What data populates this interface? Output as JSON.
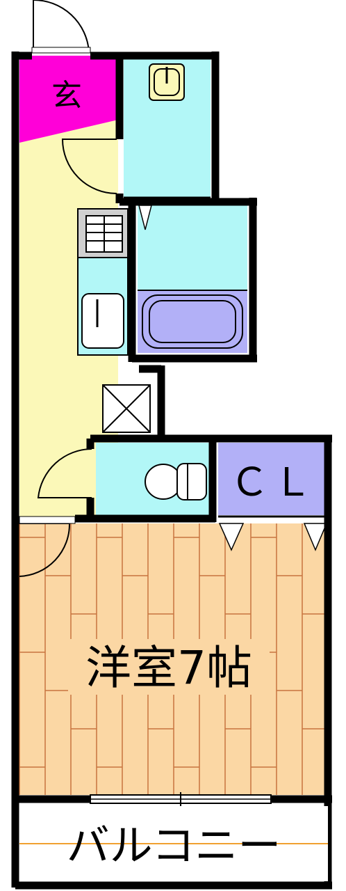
{
  "rooms": {
    "entrance": {
      "label": "玄",
      "color": "#ff00d8"
    },
    "corridor": {
      "color": "#fbf8b8"
    },
    "washroom": {
      "color": "#b2f7f7"
    },
    "bath": {
      "color": "#b2f7f7",
      "tub_color": "#b2b0f7"
    },
    "toilet": {
      "color": "#b2f7f7"
    },
    "closet": {
      "label": "ＣＬ",
      "color": "#b2b0f7"
    },
    "western_room": {
      "label": "洋室7帖",
      "floor_color": "#fbd7a4",
      "plank_line_color": "#c8743e"
    },
    "balcony": {
      "label": "バルコニー",
      "line_color": "#f0a030"
    }
  },
  "fixtures": [
    "sink-icon",
    "stove-icon",
    "kitchen-sink-icon",
    "toilet-icon",
    "bathtub-icon",
    "shoe-cabinet-icon"
  ],
  "wall_color": "#000000"
}
